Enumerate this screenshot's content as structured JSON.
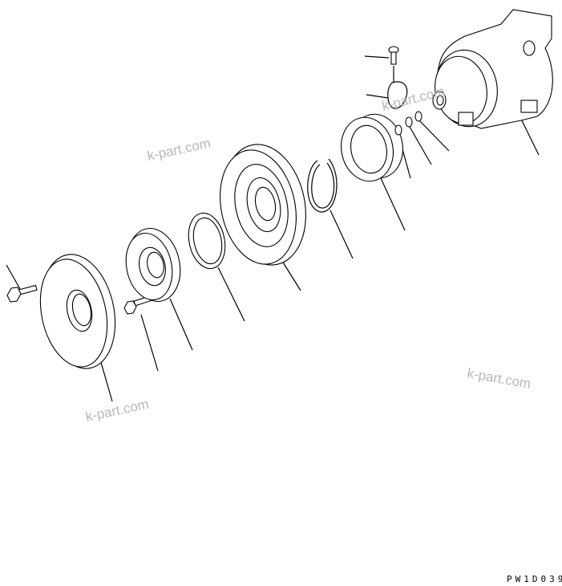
{
  "diagram": {
    "watermark": "k-part.com",
    "drawing_code": "PW1D039",
    "parts": [
      "flange-bolt",
      "pressure-plate",
      "hub-bolt",
      "clutch-hub",
      "shim",
      "pulley",
      "snap-ring",
      "field-coil",
      "wire-screw",
      "wire-harness",
      "washer-1",
      "washer-2",
      "washer-3",
      "compressor"
    ]
  }
}
